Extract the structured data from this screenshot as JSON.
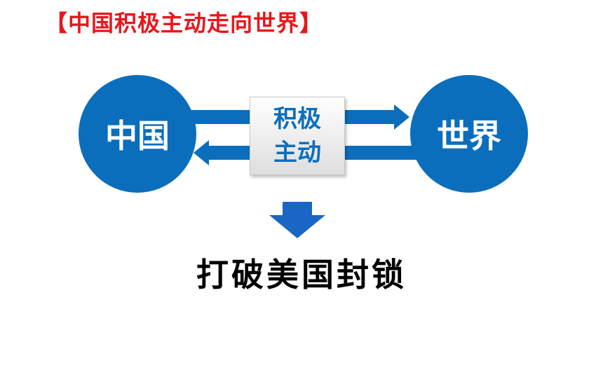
{
  "header": {
    "title": "【中国积极主动走向世界】"
  },
  "diagram": {
    "left_node": "中国",
    "right_node": "世界",
    "center_line1": "积极",
    "center_line2": "主动",
    "result": "打破美国封锁"
  },
  "colors": {
    "title": "#e8161b",
    "primary_blue": "#0a6ebd",
    "arrow_blue": "#1a66c4",
    "result_text": "#000000"
  }
}
